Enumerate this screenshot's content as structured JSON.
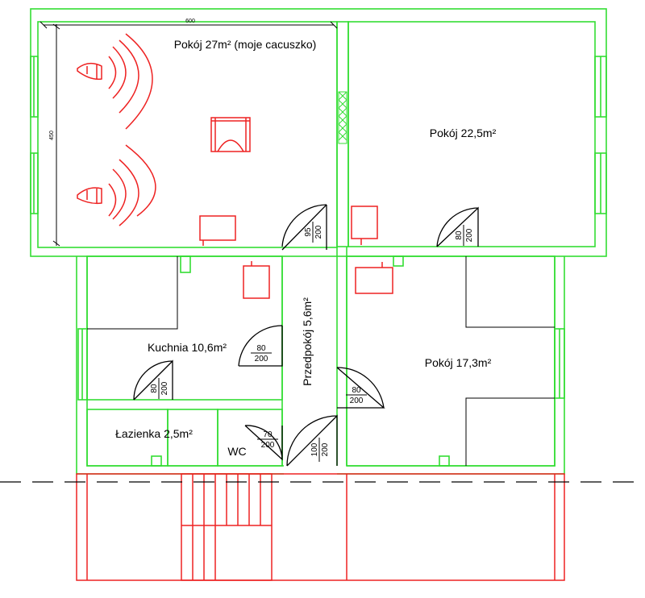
{
  "colors": {
    "wall": "#33dd33",
    "furniture": "#ee2222",
    "line": "#000000",
    "background": "#ffffff"
  },
  "rooms": {
    "big_room": "Pokój 27m² (moje cacuszko)",
    "room_right": "Pokój 22,5m²",
    "kitchen": "Kuchnia 10,6m²",
    "hall": "Przedpokój 5,6m²",
    "room_lower": "Pokój 17,3m²",
    "bathroom": "Łazienka 2,5m²",
    "wc": "WC"
  },
  "dimensions": {
    "width": "600",
    "height": "450"
  },
  "doors": [
    {
      "id": "door-hall-top",
      "top": "95",
      "bottom": "200"
    },
    {
      "id": "door-room-right",
      "top": "80",
      "bottom": "200"
    },
    {
      "id": "door-kitchen",
      "top": "80",
      "bottom": "200"
    },
    {
      "id": "door-bathroom",
      "top": "80",
      "bottom": "200"
    },
    {
      "id": "door-room-lower",
      "top": "80",
      "bottom": "200"
    },
    {
      "id": "door-wc",
      "top": "70",
      "bottom": "200"
    },
    {
      "id": "door-entrance",
      "top": "100",
      "bottom": "200"
    }
  ]
}
